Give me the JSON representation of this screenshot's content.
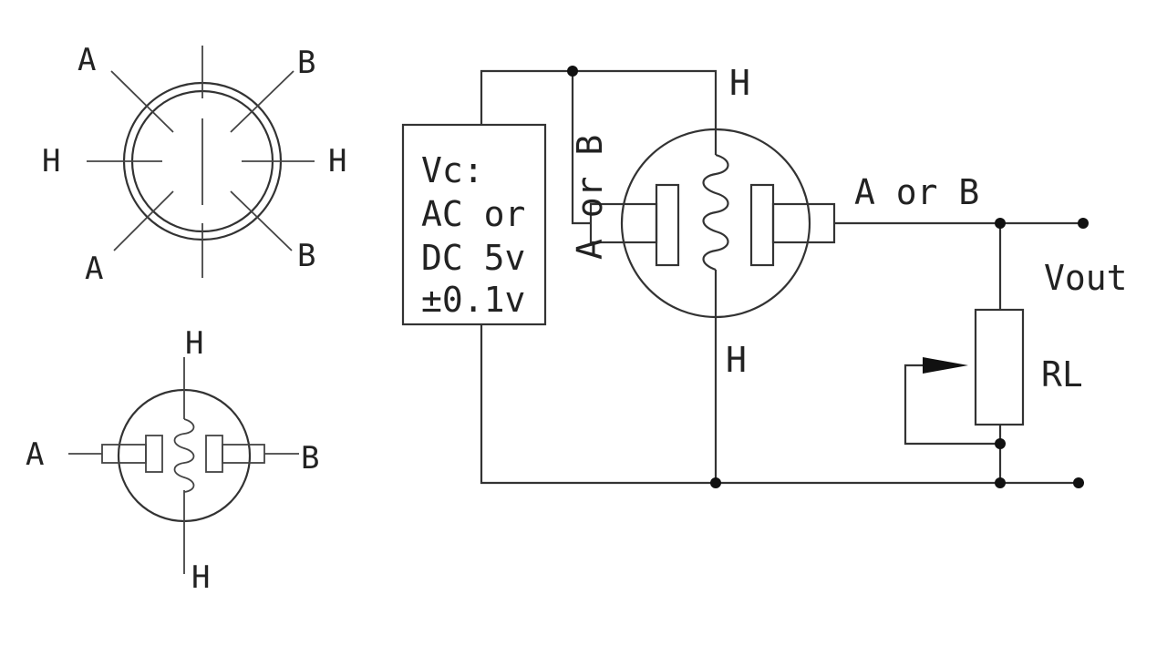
{
  "pinout_top": {
    "labels": [
      "A",
      "B",
      "H",
      "H",
      "A",
      "B"
    ]
  },
  "pinout_bottom": {
    "labels": [
      "H",
      "A",
      "B",
      "H"
    ]
  },
  "supply": {
    "lines": [
      "Vc:",
      "AC or",
      "DC 5v",
      "±0.1v"
    ]
  },
  "circuit": {
    "top_h": "H",
    "bottom_h": "H",
    "left_pin": "A or B",
    "right_pin": "A or B",
    "output": "Vout",
    "resistor": "RL"
  },
  "colors": {
    "line": "#333333",
    "text": "#222222",
    "circle": "#555555"
  }
}
